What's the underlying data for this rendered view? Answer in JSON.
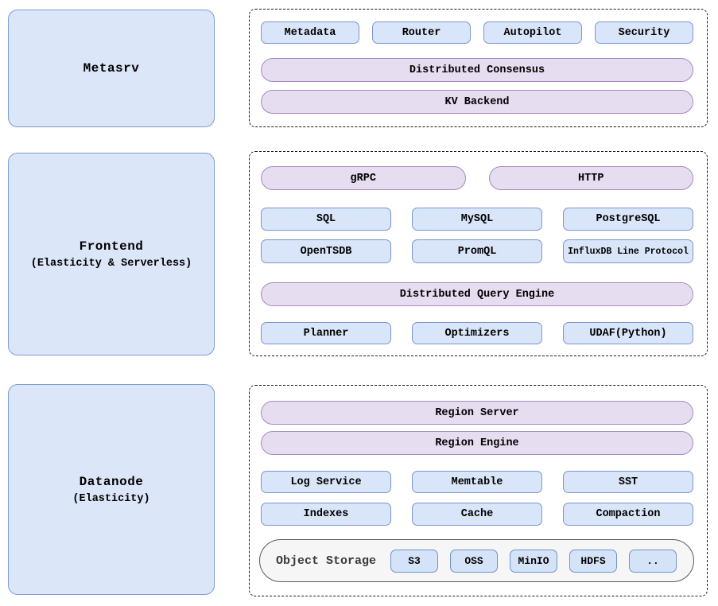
{
  "nodes": {
    "metasrv": {
      "title": "Metasrv",
      "subtitle": ""
    },
    "frontend": {
      "title": "Frontend",
      "subtitle": "(Elasticity & Serverless)"
    },
    "datanode": {
      "title": "Datanode",
      "subtitle": "(Elasticity)"
    }
  },
  "panels": {
    "metasrv": {
      "modules": [
        "Metadata",
        "Router",
        "Autopilot",
        "Security"
      ],
      "pills": [
        "Distributed Consensus",
        "KV Backend"
      ]
    },
    "frontend": {
      "transport": [
        "gRPC",
        "HTTP"
      ],
      "protocols_row1": [
        "SQL",
        "MySQL",
        "PostgreSQL"
      ],
      "protocols_row2": [
        "OpenTSDB",
        "PromQL",
        "InfluxDB Line Protocol"
      ],
      "engine_pill": "Distributed Query Engine",
      "query_components": [
        "Planner",
        "Optimizers",
        "UDAF(Python)"
      ]
    },
    "datanode": {
      "pills": [
        "Region Server",
        "Region Engine"
      ],
      "storage_row1": [
        "Log Service",
        "Memtable",
        "SST"
      ],
      "storage_row2": [
        "Indexes",
        "Cache",
        "Compaction"
      ],
      "object_storage": {
        "label": "Object Storage",
        "backends": [
          "S3",
          "OSS",
          "MinIO",
          "HDFS",
          ".."
        ]
      }
    }
  },
  "colors": {
    "node_fill": "#dbe6f8",
    "node_border": "#7e9cd2",
    "chip_fill": "#d9e5f8",
    "chip_border": "#7b97cf",
    "pill_fill": "#e7ddf0",
    "pill_border": "#a688c2",
    "object_storage_fill": "#f6f6f6",
    "object_storage_border": "#5a5a5a",
    "dashed_border": "#1a1a1a"
  }
}
